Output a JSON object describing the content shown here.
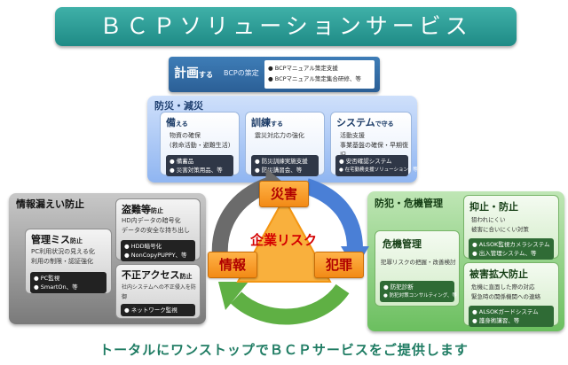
{
  "title": "ＢＣＰソリューションサービス",
  "plan": {
    "title": "計画する",
    "title_main": "計画",
    "title_suffix": "する",
    "subtitle": "BCPの策定",
    "items": [
      "BCPマニュアル策定支援",
      "BCPマニュアル策定集合研修、等"
    ]
  },
  "disaster": {
    "title": "防災・減災",
    "cards": [
      {
        "title_main": "備",
        "title_suffix": "える",
        "lines": [
          "物資の確保",
          "(救命活動・避難生活)"
        ],
        "items": [
          "備蓄品",
          "災害対策用品、等"
        ]
      },
      {
        "title_main": "訓練",
        "title_suffix": "する",
        "lines": [
          "震災対応力の強化"
        ],
        "items": [
          "防災訓練実施支援",
          "防災講習会、等"
        ]
      },
      {
        "title_main": "システム",
        "title_suffix": "で守る",
        "lines": [
          "活動支援",
          "事業基盤の確保・早期復旧"
        ],
        "items": [
          "安否確認システム",
          "在宅勤務支援ソリューション、等"
        ]
      }
    ]
  },
  "leak": {
    "title": "情報漏えい防止",
    "cards": [
      {
        "title_main": "盗難等",
        "title_suffix": "防止",
        "lines": [
          "HD内データの暗号化",
          "データの安全な持ち出し"
        ],
        "items": [
          "HDD暗号化",
          "NonCopyPUPPY、等"
        ]
      },
      {
        "title_main": "管理ミス",
        "title_suffix": "防止",
        "lines": [
          "PC利用状況の見える化",
          "利用の制限・認証強化"
        ],
        "items": [
          "PC監視",
          "SmartOn、等"
        ]
      },
      {
        "title_main": "不正アクセス",
        "title_suffix": "防止",
        "lines": [
          "社内システムへの不正侵入を防御"
        ],
        "items": [
          "ネットワーク監視"
        ]
      }
    ]
  },
  "crime": {
    "title": "防犯・危機管理",
    "manage": {
      "title": "危機管理",
      "line": "犯罪リスクの把握・改善検討",
      "items": [
        "防犯診断",
        "防犯対策コンサルティング、等"
      ]
    },
    "cards": [
      {
        "title": "抑止・防止",
        "lines": [
          "狙われにくい",
          "被害に合いにくい対策"
        ],
        "items": [
          "ALSOK監視カメラシステム",
          "出入管理システム、等"
        ]
      },
      {
        "title": "被害拡大防止",
        "lines": [
          "危機に直面した際の対応",
          "緊急時の関係機関への連絡"
        ],
        "items": [
          "ALSOKガードシステム",
          "護身術講習、等"
        ]
      }
    ]
  },
  "hub": {
    "top": "災害",
    "left": "情報",
    "right": "犯罪",
    "center": "企業リスク"
  },
  "footer": "トータルにワンストップでＢＣＰサービスをご提供します",
  "colors": {
    "title_teal": "#2a9b95",
    "plan_blue": "#3370a8",
    "disaster_blue": "#a9c6f5",
    "leak_gray": "#9a9a9a",
    "crime_green": "#8fd084",
    "risk_orange": "#f6981e",
    "risk_red": "#d40000",
    "footer_green": "#1f7c63"
  }
}
